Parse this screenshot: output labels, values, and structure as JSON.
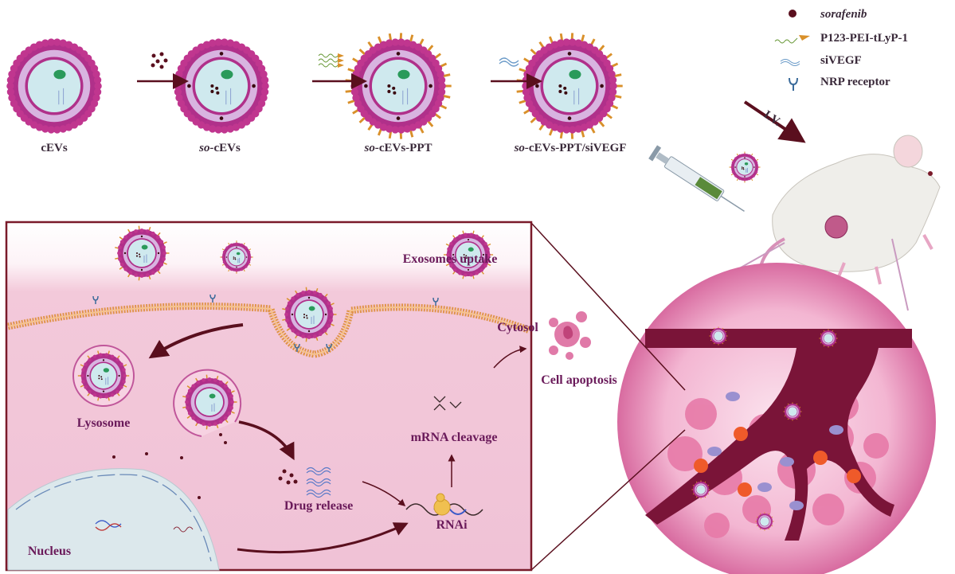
{
  "top_row": {
    "labels": [
      {
        "prefix": "",
        "text": "cEVs"
      },
      {
        "prefix": "so-",
        "text": "cEVs"
      },
      {
        "prefix": "so-",
        "text": "cEVs-PPT"
      },
      {
        "prefix": "so-",
        "text": "cEVs-PPT/siVEGF"
      }
    ],
    "route_label": "I.V."
  },
  "legend": {
    "items": [
      {
        "label": "sorafenib",
        "icon": "dark-dot"
      },
      {
        "label": "P123-PEI-tLyP-1",
        "icon": "wavy-arrow"
      },
      {
        "label": "siVEGF",
        "icon": "double-wave"
      },
      {
        "label": "NRP receptor",
        "icon": "y-receptor"
      }
    ]
  },
  "cell_panel": {
    "exosomes_uptake": "Exosomes uptake",
    "cytosol": "Cytosol",
    "lysosome": "Lysosome",
    "drug_release": "Drug release",
    "mrna_cleavage": "mRNA cleavage",
    "rnai": "RNAi",
    "nucleus": "Nucleus",
    "cell_apoptosis": "Cell apoptosis"
  },
  "colors": {
    "frame": "#7a1a2a",
    "cytosol": "#f2c6d8",
    "vesicle_purple": "#b0308a",
    "vesicle_core": "#cfe9ee",
    "arrow": "#5a0f1e",
    "tumor_sphere": "#e98cb8",
    "vessel": "#7a1438"
  }
}
